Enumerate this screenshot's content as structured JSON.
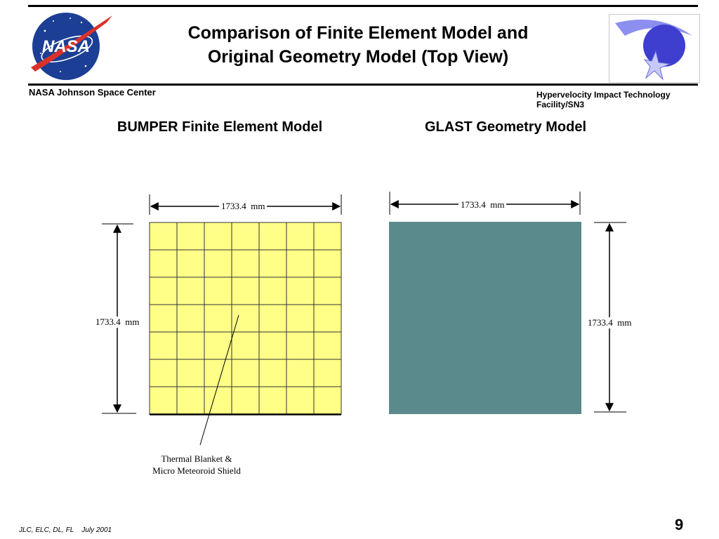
{
  "header": {
    "title_line1": "Comparison of Finite Element Model and",
    "title_line2": "Original Geometry Model (Top View)",
    "left_org": "NASA Johnson Space Center",
    "right_org": "Hypervelocity Impact Technology Facility/SN3",
    "logo_text": "NASA"
  },
  "panels": {
    "left_title": "BUMPER Finite Element Model",
    "right_title": "GLAST Geometry Model"
  },
  "dimensions": {
    "left_width": "1733.4  mm",
    "left_height": "1733.4  mm",
    "right_width": "1733.4  mm",
    "right_height": "1733.4  mm"
  },
  "callout": {
    "line1": "Thermal Blanket &",
    "line2": "Micro Meteoroid Shield"
  },
  "footer": {
    "authors_date": "JLC, ELC, DL, FL    July 2001",
    "page_number": "9"
  },
  "colors": {
    "fem_fill": "#ffff88",
    "geometry_fill": "#5a8a8c",
    "nasa_blue": "#1c3f95",
    "nasa_red": "#d9322b"
  }
}
